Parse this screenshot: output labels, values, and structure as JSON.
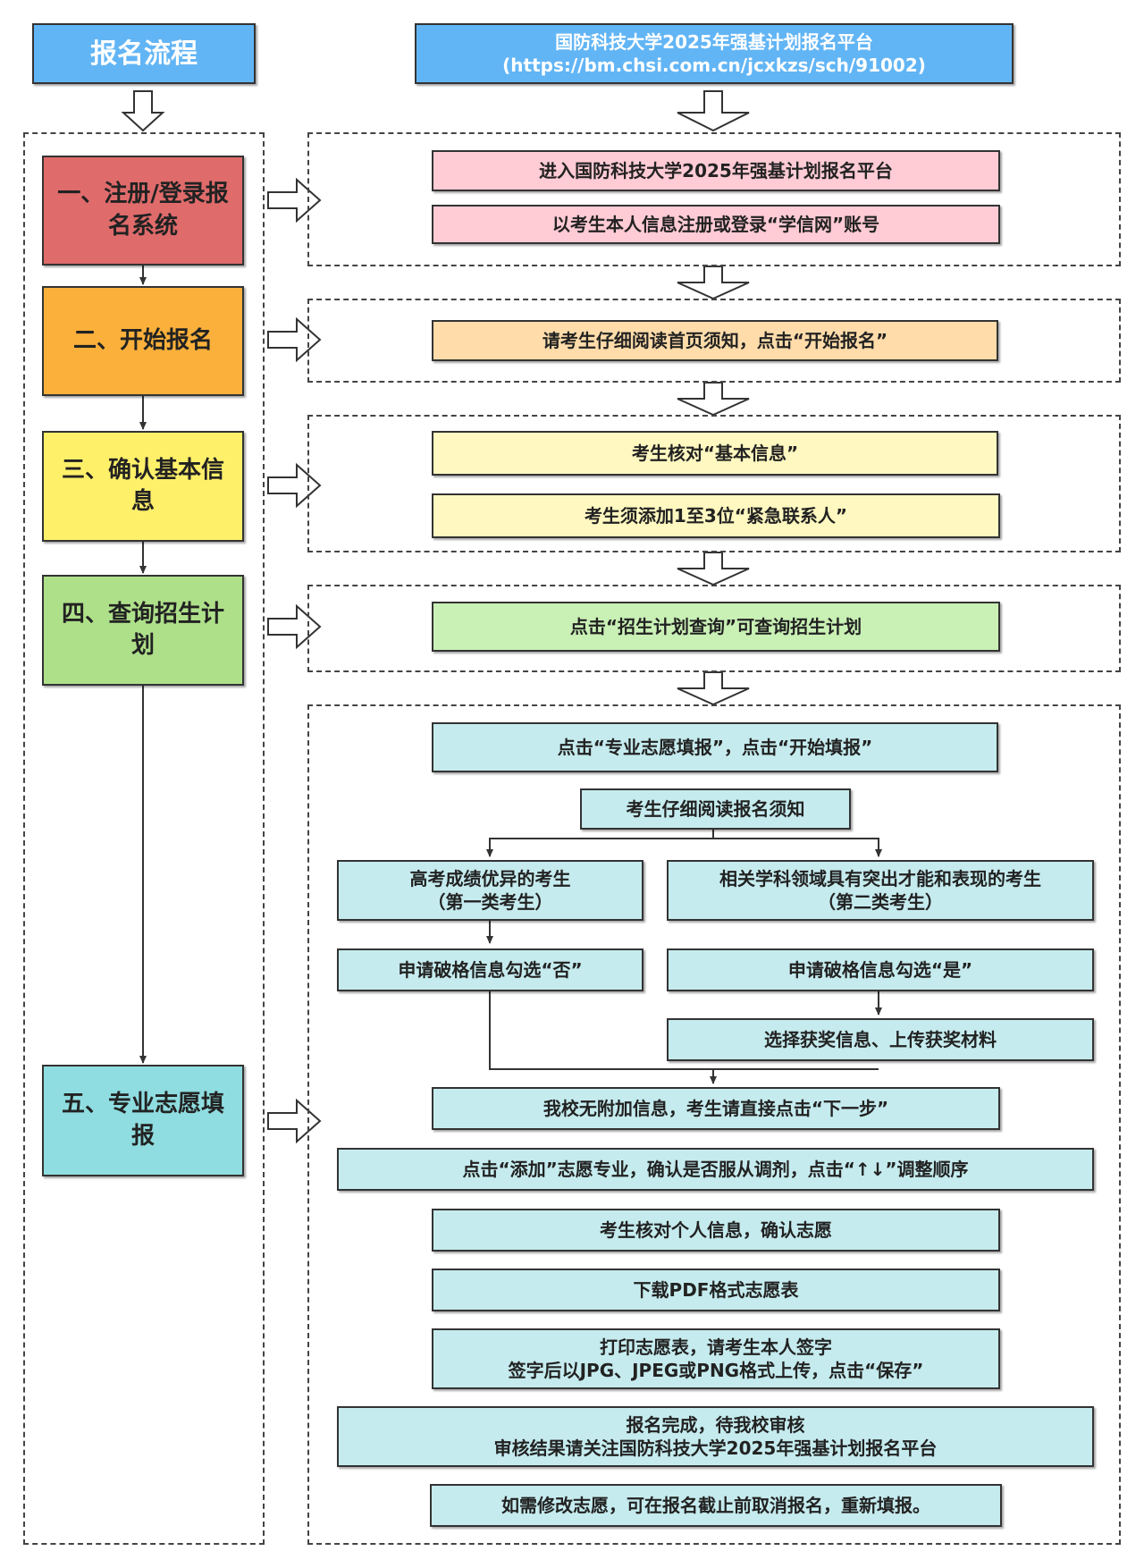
{
  "header": {
    "left": "报名流程",
    "right_line1": "国防科技大学2025年强基计划报名平台",
    "right_line2": "(https://bm.chsi.com.cn/jcxkzs/sch/91002)"
  },
  "steps": [
    "一、注册/登录报名系统",
    "二、开始报名",
    "三、确认基本信息",
    "四、查询招生计划",
    "五、专业志愿填报"
  ],
  "details": {
    "step1": [
      "进入国防科技大学2025年强基计划报名平台",
      "以考生本人信息注册或登录“学信网”账号"
    ],
    "step2": [
      "请考生仔细阅读首页须知，点击“开始报名”"
    ],
    "step3": [
      "考生核对“基本信息”",
      "考生须添加1至3位“紧急联系人”"
    ],
    "step4": [
      "点击“招生计划查询”可查询招生计划"
    ],
    "step5": {
      "start": "点击“专业志愿填报”，点击“开始填报”",
      "read": "考生仔细阅读报名须知",
      "cat1": "高考成绩优异的考生\n（第一类考生）",
      "cat2": "相关学科领域具有突出才能和表现的考生\n（第二类考生）",
      "cat1_option": "申请破格信息勾选“否”",
      "cat2_option": "申请破格信息勾选“是”",
      "cat2_awards": "选择获奖信息、上传获奖材料",
      "next": "我校无附加信息，考生请直接点击“下一步”",
      "add": "点击“添加”志愿专业，确认是否服从调剂，点击“↑↓”调整顺序",
      "confirm": "考生核对个人信息，确认志愿",
      "download": "下载PDF格式志愿表",
      "print": "打印志愿表，请考生本人签字\n签字后以JPG、JPEG或PNG格式上传，点击“保存”",
      "done": "报名完成，待我校审核\n审核结果请关注国防科技大学2025年强基计划报名平台",
      "modify": "如需修改志愿，可在报名截止前取消报名，重新填报。"
    }
  }
}
